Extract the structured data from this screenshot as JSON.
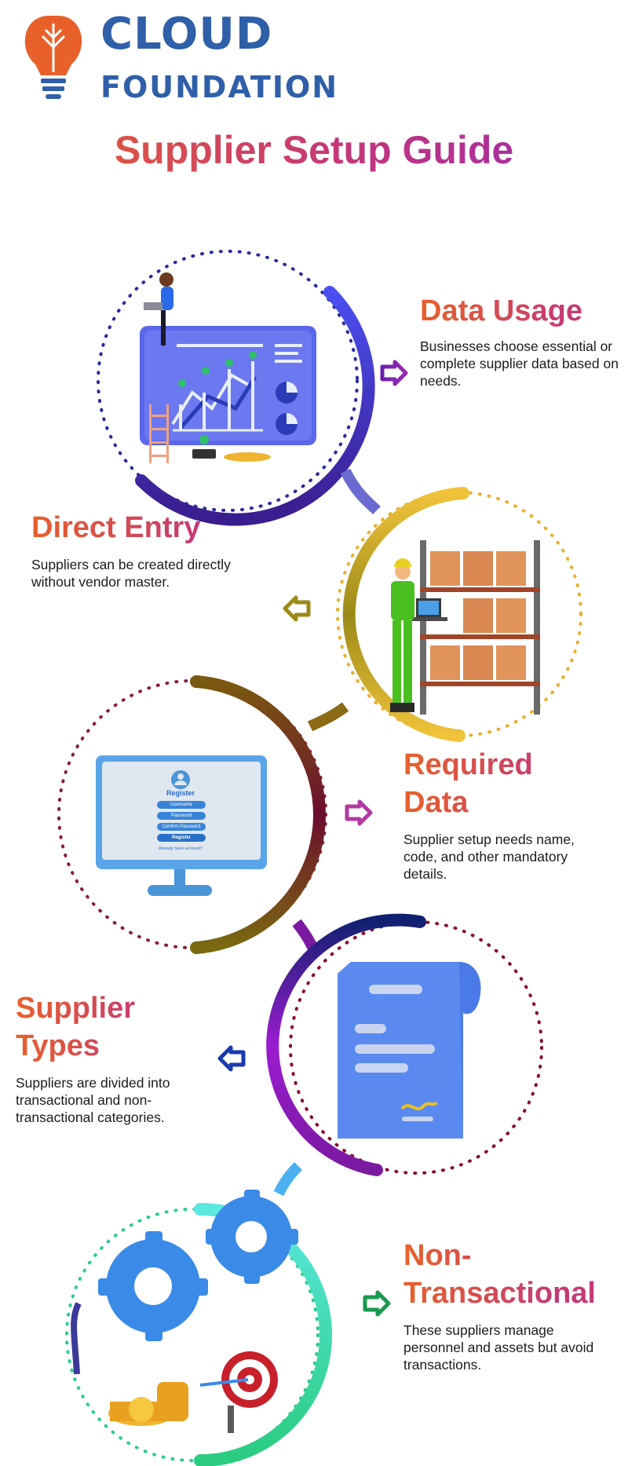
{
  "brand": {
    "line1": "CLOUD",
    "line2": "FOUNDATION"
  },
  "title": "Supplier Setup Guide",
  "sections": [
    {
      "title_lines": [
        "Data Usage"
      ],
      "description": "Businesses choose essential or complete supplier data based on needs."
    },
    {
      "title_lines": [
        "Direct Entry"
      ],
      "description": "Suppliers can be created directly without vendor master."
    },
    {
      "title_lines": [
        "Required",
        "Data"
      ],
      "description": "Supplier setup needs name, code, and other mandatory details."
    },
    {
      "title_lines": [
        "Supplier",
        "Types"
      ],
      "description": "Suppliers are divided into transactional and non-transactional categories."
    },
    {
      "title_lines": [
        "Non-",
        "Transactional"
      ],
      "description": "These suppliers manage personnel and assets but avoid transactions."
    }
  ],
  "illustrations": {
    "monitor": {
      "heading": "Register",
      "fields": [
        "Username",
        "Password",
        "Confirm Password"
      ],
      "button": "Register",
      "footer": "Already have account?"
    }
  },
  "colors": {
    "orange": "#e8612a",
    "magenta": "#c4367a",
    "purple": "#9b2bb4",
    "brand_blue": "#2f5fa8"
  },
  "icons": [
    "lightbulb-logo-icon",
    "arrow-right-icon",
    "arrow-left-icon",
    "chart-board-icon",
    "warehouse-worker-icon",
    "register-monitor-icon",
    "document-scroll-icon",
    "gears-target-icon"
  ]
}
